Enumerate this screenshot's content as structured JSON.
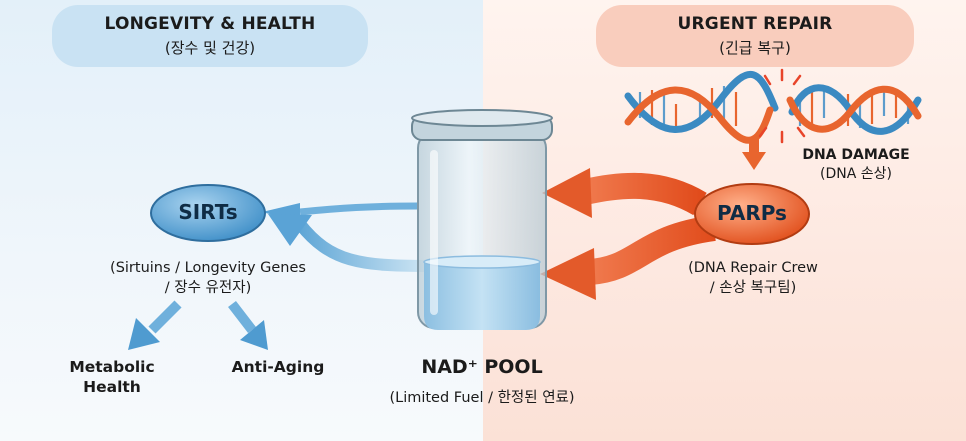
{
  "left_header": {
    "title": "LONGEVITY & HEALTH",
    "subtitle": "(장수 및 건강)"
  },
  "right_header": {
    "title": "URGENT REPAIR",
    "subtitle": "(긴급 복구)"
  },
  "sirts": {
    "label": "SIRTs",
    "caption_line1": "(Sirtuins / Longevity Genes",
    "caption_line2": "/ 장수 유전자)"
  },
  "parps": {
    "label": "PARPs",
    "caption_line1": "(DNA Repair Crew",
    "caption_line2": "/ 손상 복구팀)"
  },
  "dna_damage": {
    "line1": "DNA DAMAGE",
    "line2": "(DNA 손상)"
  },
  "pool": {
    "title": "NAD⁺ POOL",
    "subtitle": "(Limited Fuel / 한정된 연료)"
  },
  "outcomes": {
    "metabolic_line1": "Metabolic",
    "metabolic_line2": "Health",
    "anti_aging": "Anti-Aging"
  },
  "colors": {
    "left_bg": "#e3f0f9",
    "right_bg": "#fde8e0",
    "sirts_blue": "#4f9bd0",
    "parps_orange": "#ea5a27",
    "dna_blue": "#3b8ac2",
    "dna_orange": "#e8652e"
  }
}
